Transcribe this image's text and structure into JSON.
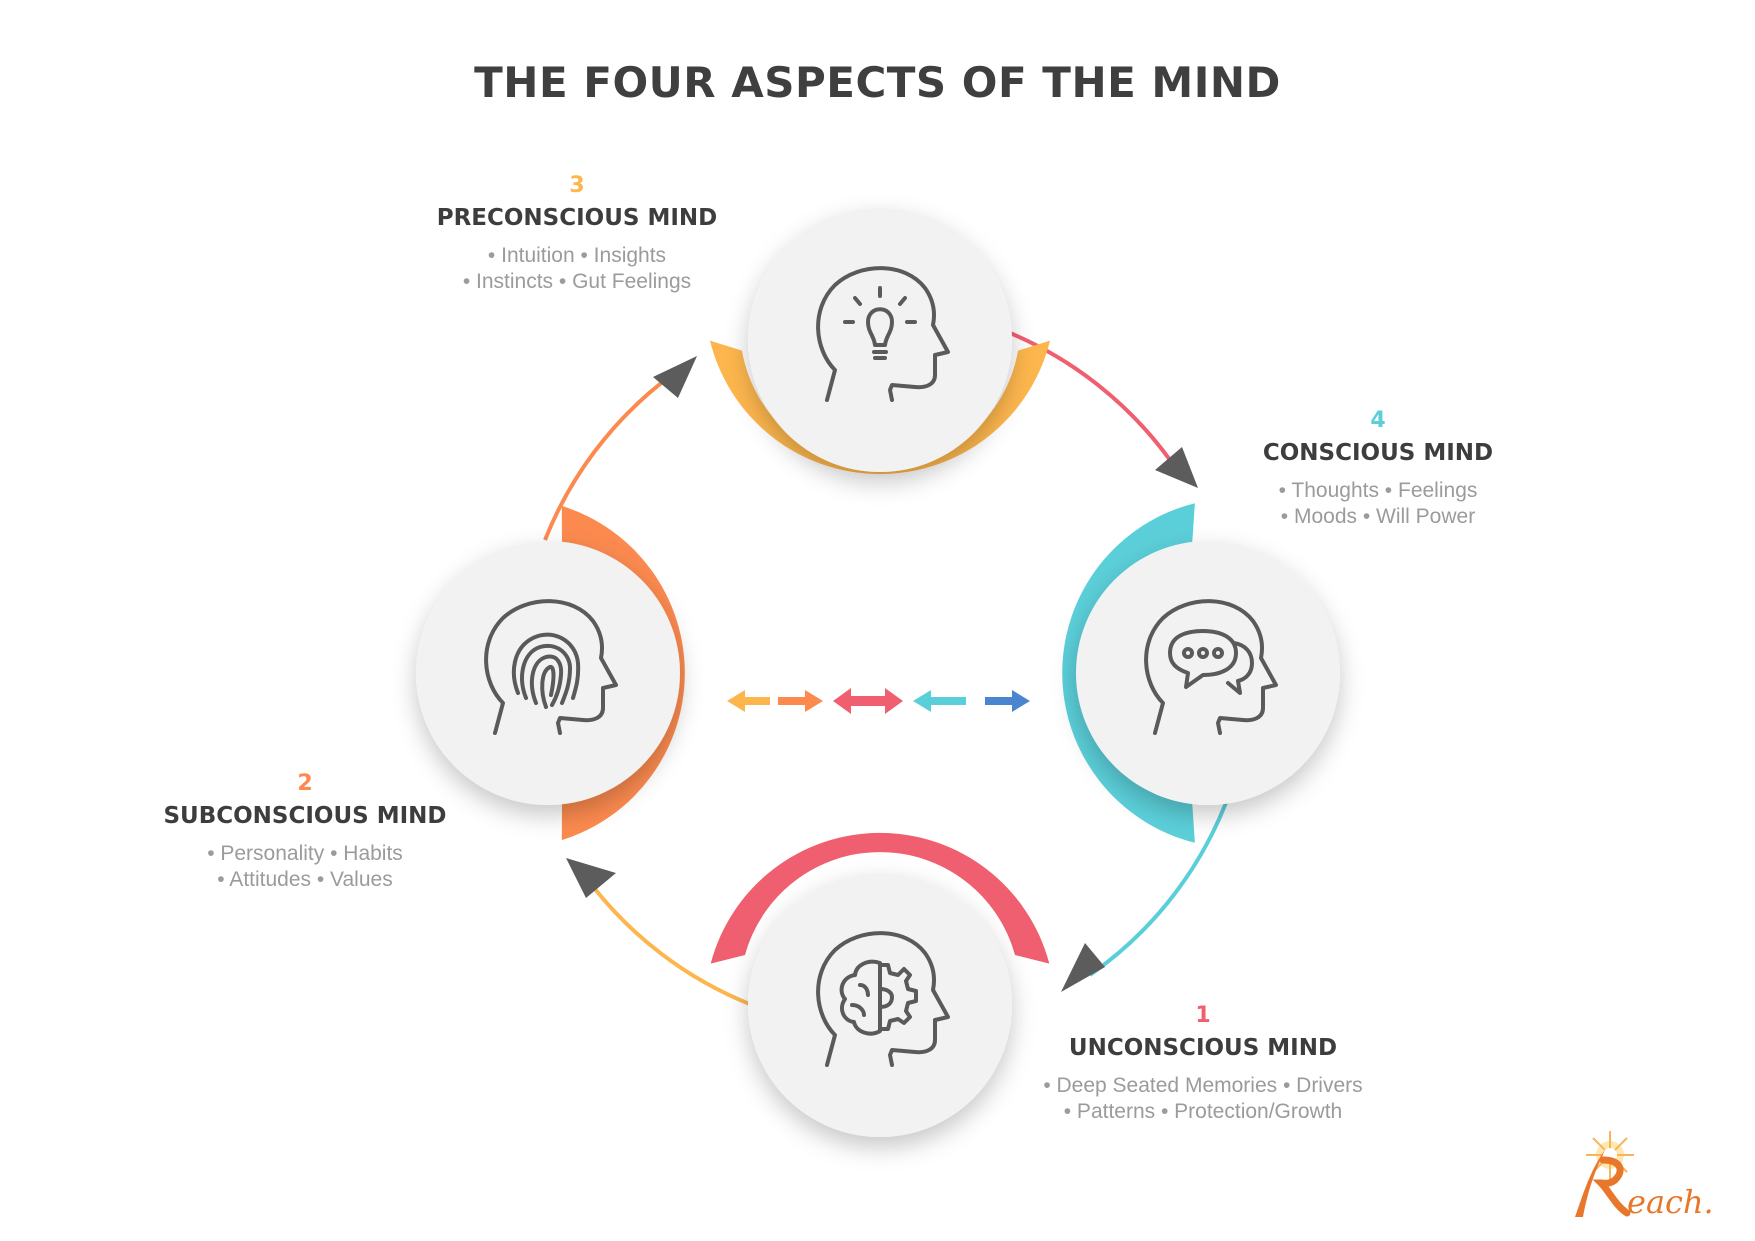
{
  "title": "THE FOUR ASPECTS OF THE MIND",
  "colors": {
    "unconscious": "#ef5f6f",
    "subconscious": "#fc8a4f",
    "preconscious": "#fdb64d",
    "conscious": "#5bcfd9",
    "blue_arrow": "#4a86d0",
    "title": "#3f3f3f",
    "text_gray": "#9b9b9b",
    "icon_gray": "#5a5a5a",
    "circle_fill": "#f2f2f2"
  },
  "aspects": [
    {
      "number": "1",
      "name": "UNCONSCIOUS MIND",
      "lines": [
        "• Deep Seated Memories • Drivers",
        "• Patterns • Protection/Growth"
      ],
      "icon": "brain-gear-head-icon"
    },
    {
      "number": "2",
      "name": "SUBCONSCIOUS MIND",
      "lines": [
        "• Personality • Habits",
        "• Attitudes • Values"
      ],
      "icon": "fingerprint-head-icon"
    },
    {
      "number": "3",
      "name": "PRECONSCIOUS MIND",
      "lines": [
        "• Intuition • Insights",
        "• Instincts • Gut Feelings"
      ],
      "icon": "lightbulb-head-icon"
    },
    {
      "number": "4",
      "name": "CONSCIOUS MIND",
      "lines": [
        "• Thoughts • Feelings",
        "• Moods • Will Power"
      ],
      "icon": "speech-bubbles-head-icon"
    }
  ],
  "logo": {
    "text": "Reach",
    "icon": "sunburst-logo-icon"
  }
}
